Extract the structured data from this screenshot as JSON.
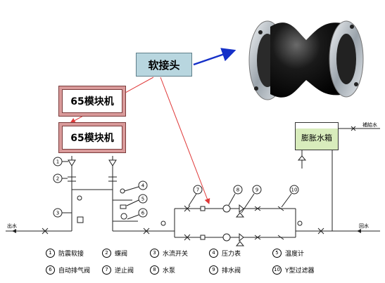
{
  "callout": {
    "label": "软接头"
  },
  "modules": [
    "65模块机",
    "65模块机"
  ],
  "tank": {
    "label": "膨胀水箱"
  },
  "labels": {
    "outlet": "出水",
    "return": "回水",
    "makeup": "補給水"
  },
  "markers": [
    "1",
    "2",
    "3",
    "4",
    "5",
    "6",
    "7",
    "8",
    "9",
    "10"
  ],
  "legend": [
    {
      "num": "1",
      "text": "防震软接"
    },
    {
      "num": "2",
      "text": "蝶阀"
    },
    {
      "num": "3",
      "text": "水流开关"
    },
    {
      "num": "4",
      "text": "压力表"
    },
    {
      "num": "5",
      "text": "温度计"
    },
    {
      "num": "6",
      "text": "自动排气阀"
    },
    {
      "num": "7",
      "text": "逆止阀"
    },
    {
      "num": "8",
      "text": "水泵"
    },
    {
      "num": "9",
      "text": "排水阀"
    },
    {
      "num": "10",
      "text": "Y型过滤器"
    }
  ],
  "colors": {
    "callout_bg": "#b8d6df",
    "module_frame": "#d99a9a",
    "arrow_blue": "#1530c8",
    "arrow_red": "#e03a3a",
    "tank_water": "#d8ecbc"
  }
}
